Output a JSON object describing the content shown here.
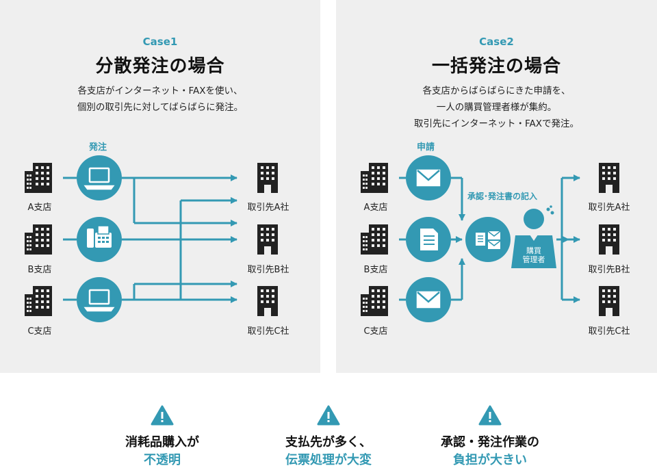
{
  "case1": {
    "label": "Case1",
    "title": "分散発注の場合",
    "desc": [
      "各支店がインターネット・FAXを使い、",
      "個別の取引先に対してばらばらに発注。"
    ],
    "step_label": "発注",
    "branches": [
      "A支店",
      "B支店",
      "C支店"
    ],
    "suppliers": [
      "取引先A社",
      "取引先B社",
      "取引先C社"
    ],
    "channel_icons": [
      "laptop-icon",
      "fax-icon",
      "laptop-icon"
    ]
  },
  "case2": {
    "label": "Case2",
    "title": "一括発注の場合",
    "desc": [
      "各支店からばらばらにきた申請を、",
      "一人の購買管理者様が集約。",
      "取引先にインターネット・FAXで発注。"
    ],
    "step_label": "申請",
    "approval_label": "承認･発注書の記入",
    "manager_label": [
      "購買",
      "管理者"
    ],
    "branches": [
      "A支店",
      "B支店",
      "C支店"
    ],
    "suppliers": [
      "取引先A社",
      "取引先B社",
      "取引先C社"
    ],
    "channel_icons": [
      "mail-icon",
      "document-icon",
      "mail-icon"
    ]
  },
  "problems": [
    {
      "line1": "消耗品購入が",
      "line2": "不透明"
    },
    {
      "line1": "支払先が多く、",
      "line2": "伝票処理が大変"
    },
    {
      "line1": "承認・発注作業の",
      "line2": "負担が大きい"
    }
  ],
  "colors": {
    "accent": "#3399b3",
    "panel_bg": "#efefef",
    "icon_dark": "#222222"
  }
}
